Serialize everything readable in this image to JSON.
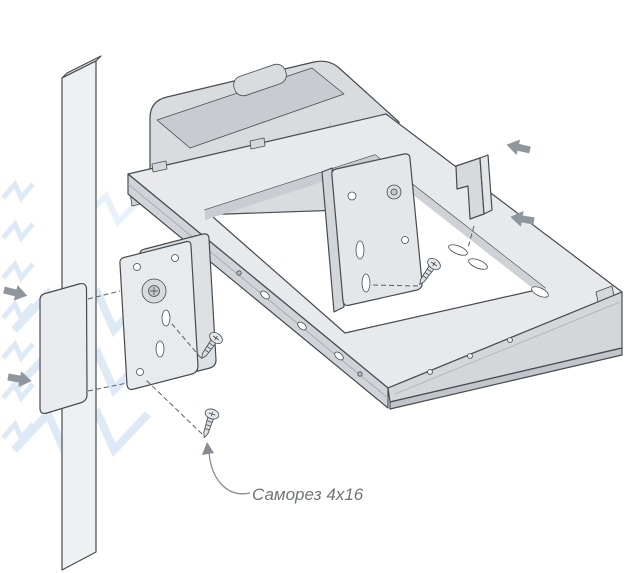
{
  "diagram": {
    "screw_label": "Саморез 4x16",
    "parts": [
      "cabinet-side-panel",
      "cover-plate",
      "wire-basket",
      "pull-out-frame",
      "slide-rail",
      "front-rail",
      "left-mounting-bracket",
      "middle-mounting-plate",
      "hook-bracket",
      "screw-4x16"
    ],
    "arrows": [
      {
        "name": "assembly-arrow-left-top",
        "direction": "right"
      },
      {
        "name": "assembly-arrow-left-bottom",
        "direction": "right"
      },
      {
        "name": "assembly-arrow-right-top",
        "direction": "left"
      },
      {
        "name": "assembly-arrow-right-middle",
        "direction": "left"
      }
    ],
    "colors": {
      "outline": "#464b51",
      "metal_light": "#eceef0",
      "metal_mid": "#dcdfe2",
      "metal_dark": "#c9cdd1",
      "watermark": "#bdd5ec",
      "assembly_arrow": "#8f969d",
      "label_text": "#70757a"
    }
  }
}
